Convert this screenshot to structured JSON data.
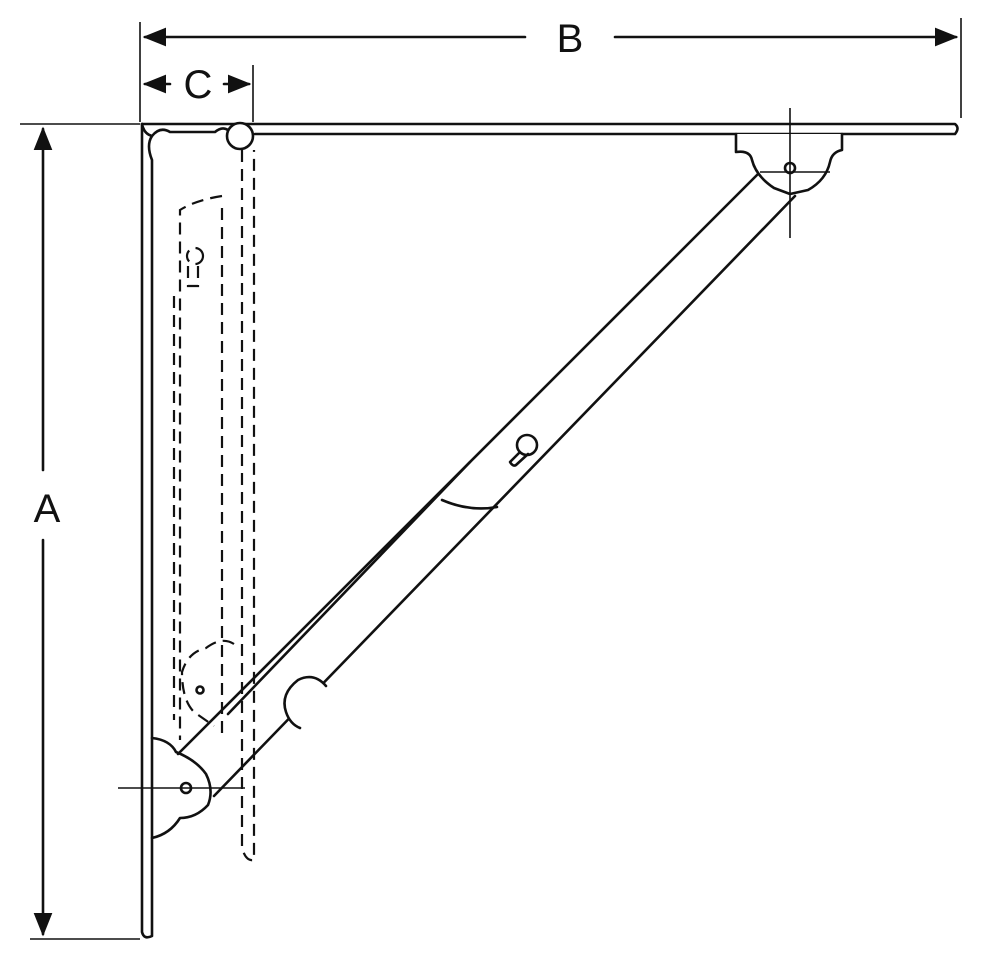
{
  "dimensions": {
    "a_label": "A",
    "b_label": "B",
    "c_label": "C"
  }
}
